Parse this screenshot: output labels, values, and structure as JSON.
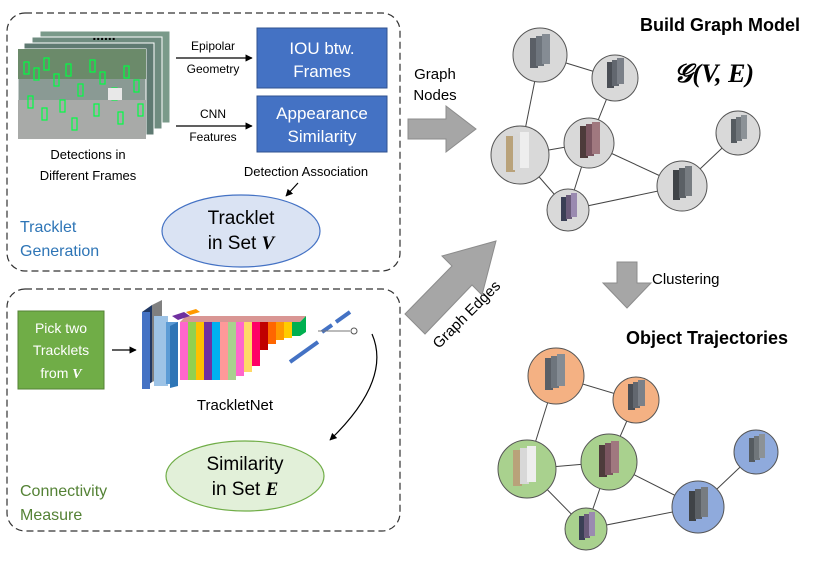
{
  "tracklet_panel": {
    "dots": "......",
    "epipolar_line1": "Epipolar",
    "epipolar_line2": "Geometry",
    "cnn_line1": "CNN",
    "cnn_line2": "Features",
    "iou_line1": "IOU btw.",
    "iou_line2": "Frames",
    "appearance_line1": "Appearance",
    "appearance_line2": "Similarity",
    "detections_line1": "Detections in",
    "detections_line2": "Different Frames",
    "detection_association": "Detection Association",
    "tracklet_set_line1": "Tracklet",
    "tracklet_set_line2_prefix": "in Set ",
    "tracklet_set_symbol": "V",
    "label_line1": "Tracklet",
    "label_line2": "Generation"
  },
  "connectivity_panel": {
    "pick_line1": "Pick two",
    "pick_line2": "Tracklets",
    "pick_line3_prefix": "from ",
    "pick_symbol": "V",
    "trackletnet": "TrackletNet",
    "similarity_line1": "Similarity",
    "similarity_line2_prefix": "in Set ",
    "similarity_symbol": "E",
    "label_line1": "Connectivity",
    "label_line2": "Measure"
  },
  "arrows": {
    "graph_nodes_line1": "Graph",
    "graph_nodes_line2": "Nodes",
    "graph_edges": "Graph Edges",
    "clustering": "Clustering"
  },
  "graph_model": {
    "title": "Build Graph Model",
    "formula": "𝒢(V, E)"
  },
  "trajectories": {
    "title": "Object Trajectories"
  },
  "colors": {
    "blue_box": "#4472c4",
    "green_box": "#70ad47",
    "tracklet_label": "#2e75b6",
    "connectivity_label": "#548235",
    "grey_node": "#d9d9d9",
    "orange_node": "#f4b183",
    "green_node": "#a9d18e",
    "blue_node": "#8faadc",
    "arrow_grey": "#a6a6a6"
  }
}
